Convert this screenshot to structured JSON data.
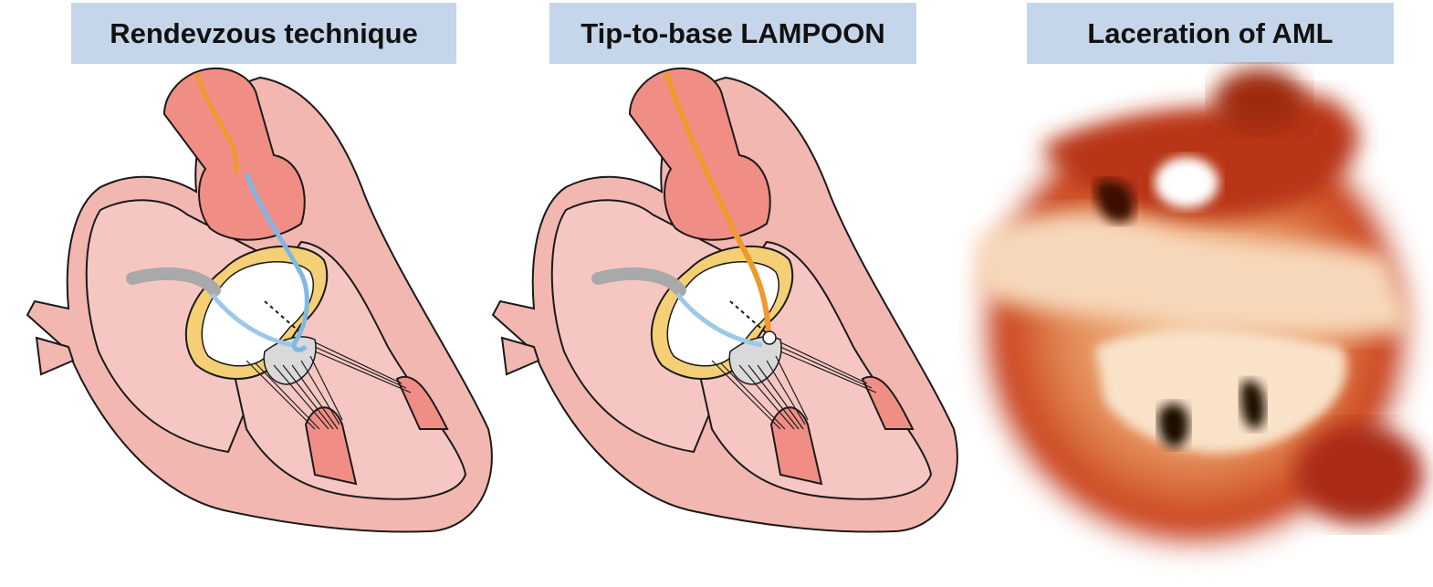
{
  "panels": [
    {
      "title": "Rendevzous technique"
    },
    {
      "title": "Tip-to-base LAMPOON"
    },
    {
      "title": "Laceration of AML"
    }
  ],
  "colors": {
    "label_bg": "#c6d6ea",
    "wall": "#f2b7b0",
    "chamber": "#f6c7c2",
    "aorta": "#f08e86",
    "annulus": "#f5cf76",
    "catheter_blue": "#7fb8e4",
    "wire_orange": "#ee9a2e",
    "chordae_gray": "#d9d9d9"
  }
}
